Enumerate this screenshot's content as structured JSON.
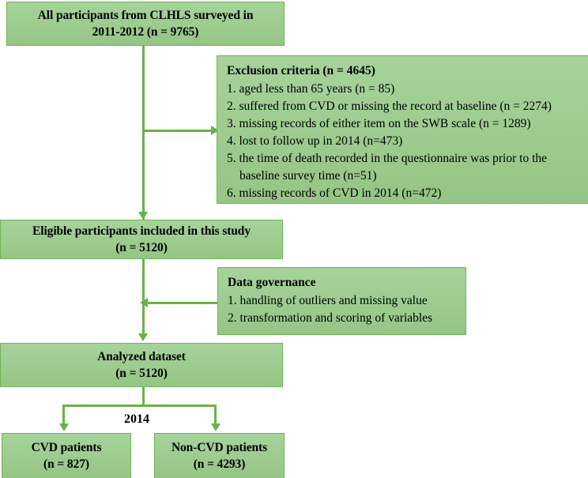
{
  "diagram": {
    "type": "flowchart",
    "title": "CLHLS study participant flow diagram",
    "accent_color": "#6bb247",
    "box_fill_color": "#9ecb8f",
    "box_border_color": "#71b455",
    "text_color": "#000000"
  },
  "nodes": {
    "all_participants": {
      "line1": "All participants from CLHLS surveyed in",
      "line2": "2011-2012 (n = 9765)"
    },
    "exclusion": {
      "title": "Exclusion criteria (n = 4645)",
      "items": [
        "1. aged less than 65 years (n = 85)",
        "2. suffered from CVD or missing the record at baseline (n = 2274)",
        "3. missing records of either item on the SWB scale (n = 1289)",
        "4. lost to follow up in 2014 (n=473)",
        "5. the time of death recorded in the questionnaire was prior to the",
        "baseline survey time (n=51)",
        "6. missing records of CVD in 2014 (n=472)"
      ]
    },
    "eligible": {
      "line1": "Eligible participants included in this study",
      "line2": "(n = 5120)"
    },
    "data_governance": {
      "title": "Data governance",
      "items": [
        "1. handling of outliers and missing value",
        "2. transformation and scoring of variables"
      ]
    },
    "analyzed": {
      "line1": "Analyzed dataset",
      "line2": "(n = 5120)"
    },
    "cvd": {
      "line1": "CVD patients",
      "line2": "(n = 827)"
    },
    "non_cvd": {
      "line1": "Non-CVD patients",
      "line2": "(n = 4293)"
    }
  },
  "labels": {
    "split_year": "2014"
  }
}
